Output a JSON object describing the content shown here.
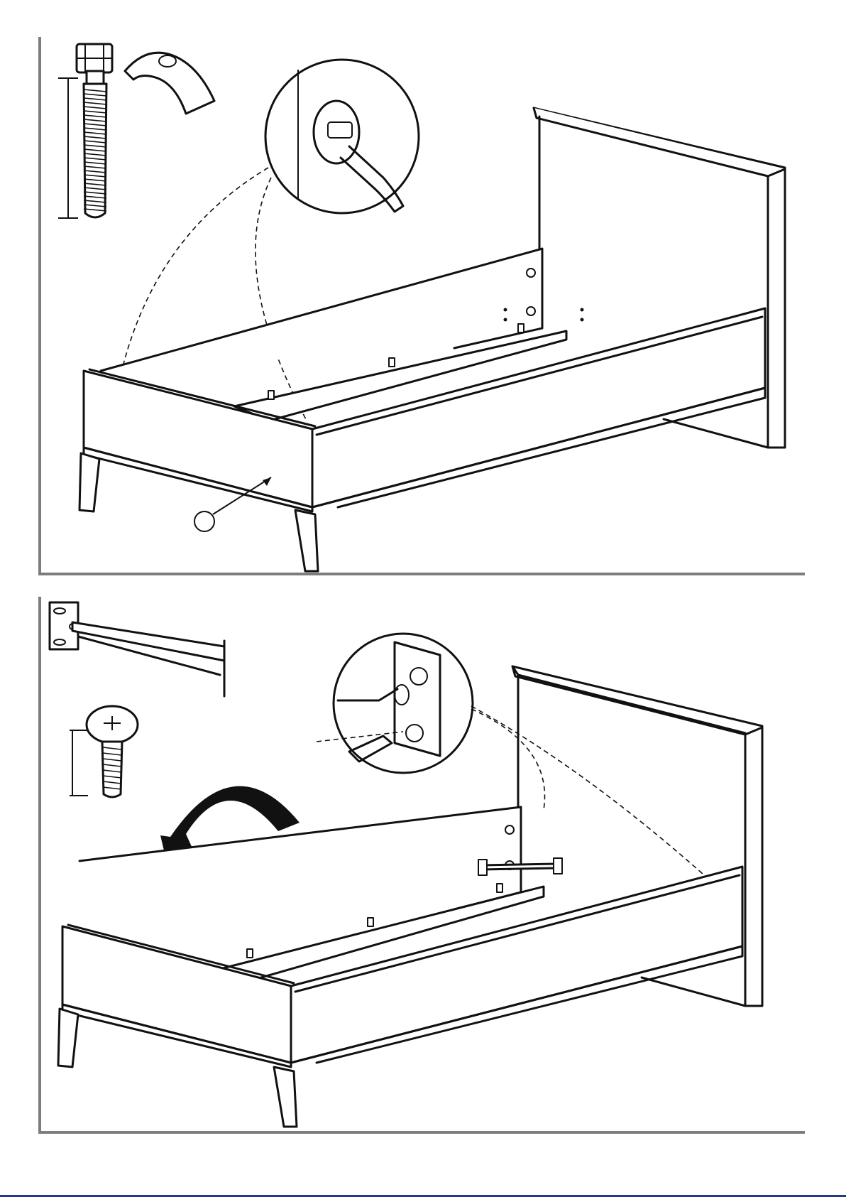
{
  "document": {
    "kind": "assembly-instructions",
    "step_count": 2
  },
  "colors": {
    "line": "#111111",
    "panel_frame": "#7d7d7d",
    "page_edge": "#1e3a8a"
  },
  "steps": [
    {
      "parts": [
        "cam-bolt-icon",
        "curved-washer-icon"
      ],
      "detail_callout": "cam-bolt-insertion-detail",
      "part_marker_label": ""
    },
    {
      "parts": [
        "metal-slat-rail-icon",
        "flange-screw-icon"
      ],
      "detail_callout": "bracket-screw-detail",
      "arrow": "flip-over-arrow"
    }
  ]
}
